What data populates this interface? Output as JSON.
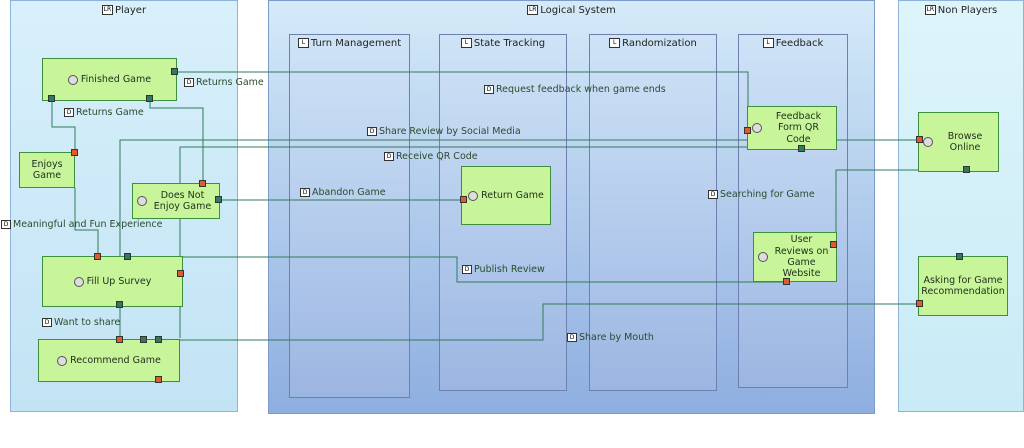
{
  "lanes": {
    "player": "Player",
    "logical": "Logical System",
    "non_players": "Non Players"
  },
  "subsystems": {
    "turn": "Turn Management",
    "state": "State Tracking",
    "random": "Randomization",
    "feedback": "Feedback"
  },
  "nodes": {
    "finished": "Finished Game",
    "enjoys": "Enjoys Game",
    "not_enjoy": "Does Not Enjoy Game",
    "fill_survey": "Fill Up Survey",
    "recommend": "Recommend Game",
    "return_game": "Return Game",
    "feedback_form": "Feedback Form QR Code",
    "user_reviews": "User Reviews on Game Website",
    "browse_online": "Browse Online",
    "asking": "Asking for Game Recommendation"
  },
  "edges": {
    "returns_game_1": "Returns Game",
    "returns_game_2": "Returns Game",
    "request_feedback": "Request feedback when game ends",
    "share_social": "Share Review by Social Media",
    "receive_qr": "Receive QR Code",
    "abandon": "Abandon Game",
    "searching": "Searching for Game",
    "meaningful": "Meaningful and Fun Experience",
    "publish": "Publish Review",
    "want_share": "Want to share",
    "share_mouth": "Share by Mouth"
  },
  "colors": {
    "node_fill": "#c8f59a",
    "node_border": "#3d8f3d",
    "wire": "#2f7c5a",
    "pin_in": "#e05a2a",
    "pin_out": "#2f7c5a"
  }
}
